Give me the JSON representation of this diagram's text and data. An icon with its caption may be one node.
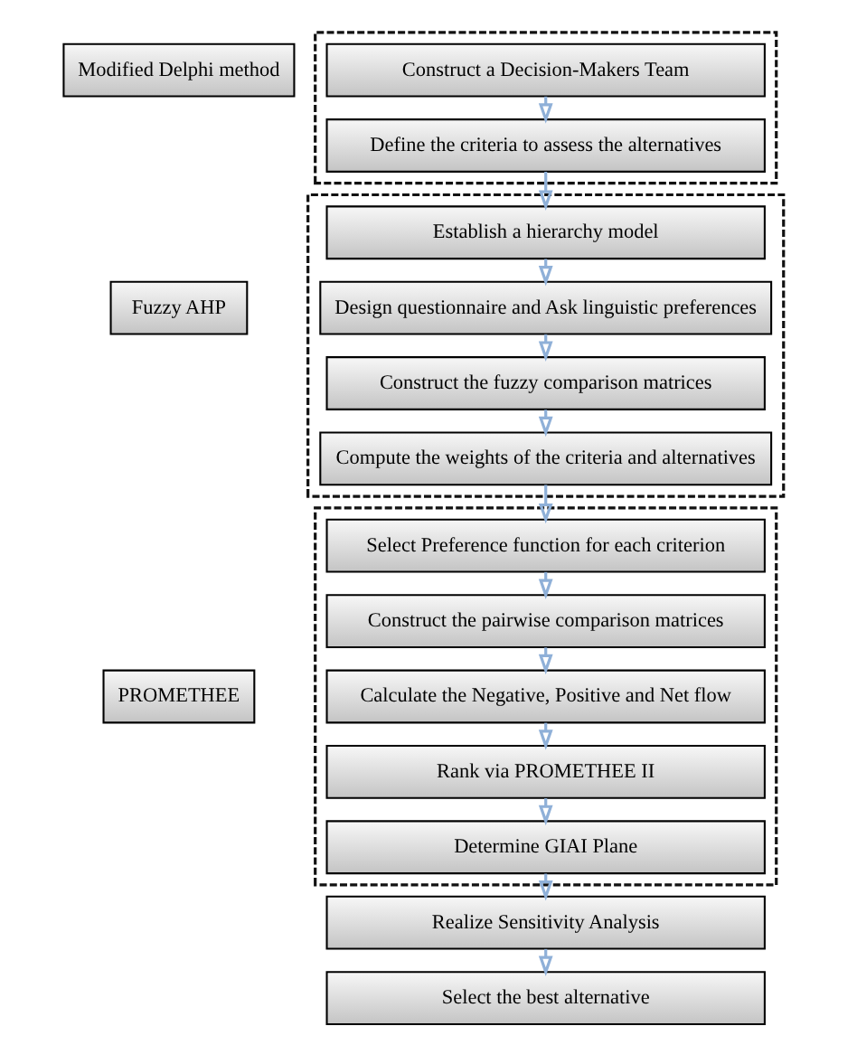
{
  "diagram": {
    "nodes": [
      {
        "text": [
          "Modified Delphi method"
        ]
      },
      {
        "text": [],
        "shape": "box"
      },
      {
        "text": [
          "Construct a Decision-Makers Team"
        ],
        "in": 1
      },
      {
        "text": [
          "Define the criteria to assess the alternatives"
        ],
        "in": 1
      },
      {
        "text": [
          "Fuzzy AHP"
        ]
      },
      {
        "text": [],
        "shape": "box"
      },
      {
        "text": [
          "Establish a hierarchy model"
        ],
        "in": 5
      },
      {
        "text": [
          "Design questionnaire and Ask linguistic preferences"
        ],
        "in": 5
      },
      {
        "text": [
          "Construct the fuzzy comparison matrices"
        ],
        "in": 5
      },
      {
        "text": [
          "Compute the weights of the criteria and alternatives"
        ],
        "in": 5
      },
      {
        "text": [
          "PROMETHEE"
        ]
      },
      {
        "text": [],
        "shape": "box"
      },
      {
        "text": [
          "Select Preference function for each criterion"
        ],
        "in": 11
      },
      {
        "text": [
          "Construct the pairwise comparison matrices"
        ],
        "in": 11
      },
      {
        "text": [
          "Calculate the Negative, Positive and Net flow"
        ],
        "in": 11
      },
      {
        "text": [
          "Rank via PROMETHEE II"
        ],
        "in": 11
      },
      {
        "text": [
          "Determine GIAI Plane"
        ],
        "in": 11
      },
      {
        "text": [
          "Realize Sensitivity Analysis"
        ]
      },
      {
        "text": [
          "Select the best alternative"
        ]
      }
    ],
    "edges": [
      {
        "from": 2,
        "to": 3,
        "arrow": "to"
      },
      {
        "from": 3,
        "to": 6,
        "arrow": "to"
      },
      {
        "from": 6,
        "to": 7,
        "arrow": "to"
      },
      {
        "from": 7,
        "to": 8,
        "arrow": "to"
      },
      {
        "from": 8,
        "to": 9,
        "arrow": "to"
      },
      {
        "from": 9,
        "to": 12,
        "arrow": "to"
      },
      {
        "from": 12,
        "to": 13,
        "arrow": "to"
      },
      {
        "from": 13,
        "to": 14,
        "arrow": "to"
      },
      {
        "from": 14,
        "to": 15,
        "arrow": "to"
      },
      {
        "from": 15,
        "to": 16,
        "arrow": "to"
      },
      {
        "from": 16,
        "to": 17,
        "arrow": "to"
      },
      {
        "from": 17,
        "to": 18,
        "arrow": "to"
      }
    ]
  }
}
